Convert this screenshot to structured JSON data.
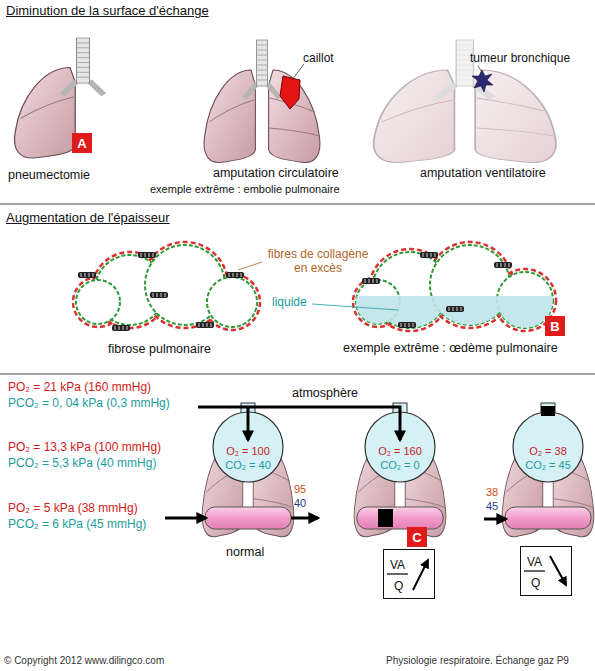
{
  "diagram": {
    "nodes": [
      {
        "text": [
          "A"
        ]
      },
      {
        "text": [
          "B"
        ]
      },
      {
        "text": [
          "O₂ = 100",
          "CO₂ = 40"
        ]
      },
      {
        "text": [
          "O₂ = 160",
          "CO₂ = 0"
        ]
      },
      {
        "text": [
          "O₂ = 38",
          "CO₂ = 45"
        ]
      },
      {
        "text": [
          "C"
        ]
      },
      {
        "text": [
          "VA",
          "Q"
        ]
      },
      {
        "text": [
          "VA",
          "Q"
        ]
      }
    ],
    "labels": [
      "Diminution de la surface d'échange",
      "caillot",
      "tumeur bronchique",
      "pneumectomie",
      "amputation circulatoire",
      "amputation ventilatoire",
      "exemple extrême : embolie pulmonaire",
      "Augmentation de l'épaisseur",
      "fibres de collagène en excès",
      "liquide",
      "fibrose pulmonaire",
      "exemple extrême : œdème pulmonaire",
      "PO₂ = 21 kPa (160 mmHg)",
      "PCO₂ = 0, 04 kPa (0,3 mmHg)",
      "atmosphère",
      "PO₂ = 13,3 kPa (100 mmHg)",
      "PCO₂ = 5,3 kPa (40 mmHg)",
      "PO₂ = 5 kPa (38 mmHg)",
      "PCO₂ = 6 kPa (45 mmHg)",
      "95",
      "40",
      "38",
      "45",
      "normal",
      "© Copyright 2012 www.dilingco.com",
      "Physiologie respiratoire. Échange gaz P9"
    ]
  }
}
